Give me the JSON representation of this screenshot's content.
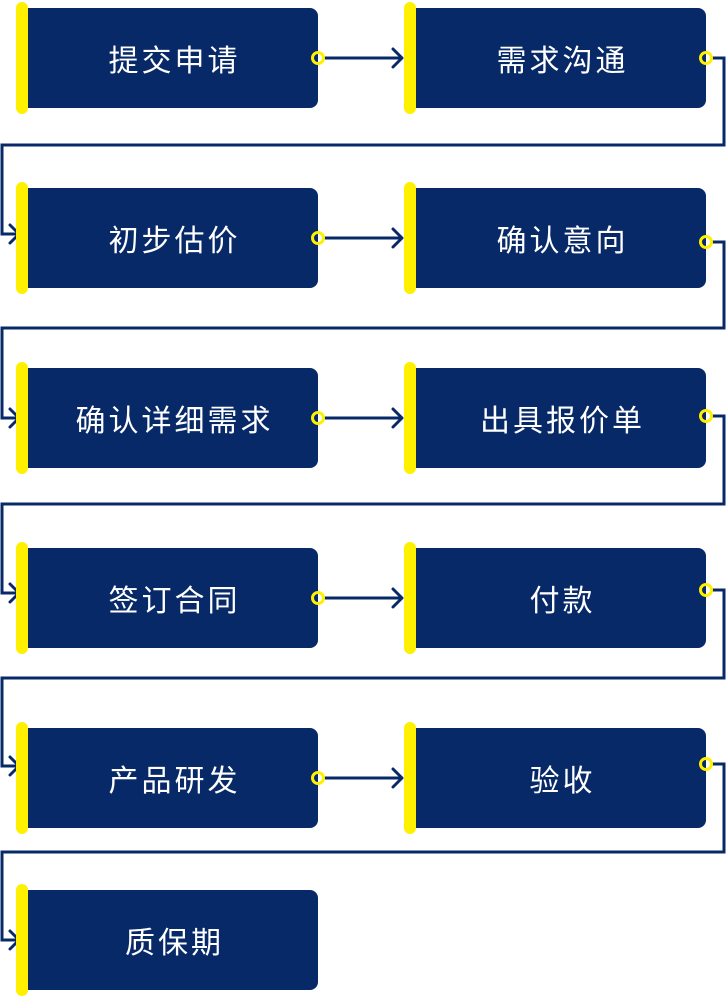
{
  "steps": [
    {
      "label": "提交申请"
    },
    {
      "label": "需求沟通"
    },
    {
      "label": "初步估价"
    },
    {
      "label": "确认意向"
    },
    {
      "label": "确认详细需求"
    },
    {
      "label": "出具报价单"
    },
    {
      "label": "签订合同"
    },
    {
      "label": "付款"
    },
    {
      "label": "产品研发"
    },
    {
      "label": "验收"
    },
    {
      "label": "质保期"
    }
  ],
  "colors": {
    "box": "#082968",
    "accent": "#fff000",
    "line": "#082968"
  }
}
